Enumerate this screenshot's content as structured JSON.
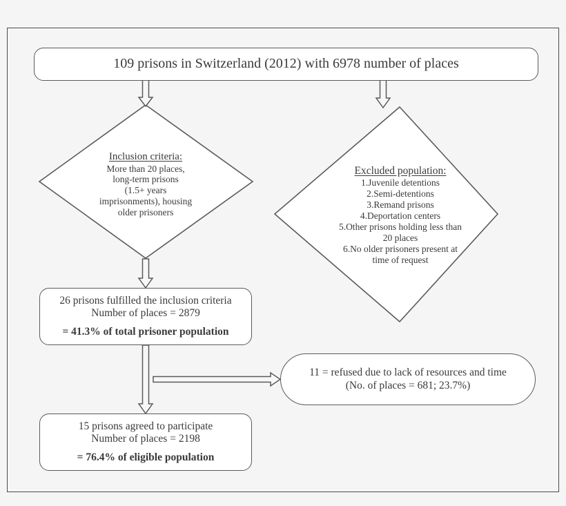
{
  "figure": {
    "type": "flowchart",
    "subject": "Prison sampling flow diagram, Switzerland 2012"
  },
  "nodes": {
    "title_box": {
      "text": "109 prisons in Switzerland (2012) with 6978 number of places"
    },
    "inclusion_diamond": {
      "heading": "Inclusion criteria:",
      "lines": [
        "More than 20 places,",
        "long-term prisons",
        "(1.5+ years",
        "imprisonments), housing",
        "older prisoners"
      ]
    },
    "excluded_diamond": {
      "heading": "Excluded population:",
      "lines": [
        "1.Juvenile detentions",
        "2.Semi-detentions",
        "3.Remand prisons",
        "4.Deportation centers",
        "5.Other prisons holding less than",
        "20 places",
        "6.No older prisoners present at",
        "time of request"
      ]
    },
    "fulfilled_box": {
      "line1": "26 prisons fulfilled the inclusion criteria",
      "line2": "Number of places = 2879",
      "line3": "= 41.3% of total prisoner population"
    },
    "refused_box": {
      "line1": "11 = refused due to lack of resources and time",
      "line2": "(No. of places = 681; 23.7%)"
    },
    "agreed_box": {
      "line1": "15 prisons agreed to participate",
      "line2": "Number of places = 2198",
      "line3": "= 76.4% of eligible population"
    }
  },
  "edges": [
    {
      "name": "title-to-inclusion",
      "orientation": "vertical-down"
    },
    {
      "name": "title-to-excluded",
      "orientation": "vertical-down"
    },
    {
      "name": "inclusion-to-fulfilled",
      "orientation": "vertical-down"
    },
    {
      "name": "fulfilled-to-agreed",
      "orientation": "vertical-down"
    },
    {
      "name": "fulfilled-to-refused",
      "orientation": "horizontal-right"
    }
  ],
  "style": {
    "page_background": "#f5f5f5",
    "shape_fill": "#ffffff",
    "stroke_color": "#5a5a5a",
    "frame_color": "#4a4a4a",
    "text_color": "#3a3a3a"
  }
}
